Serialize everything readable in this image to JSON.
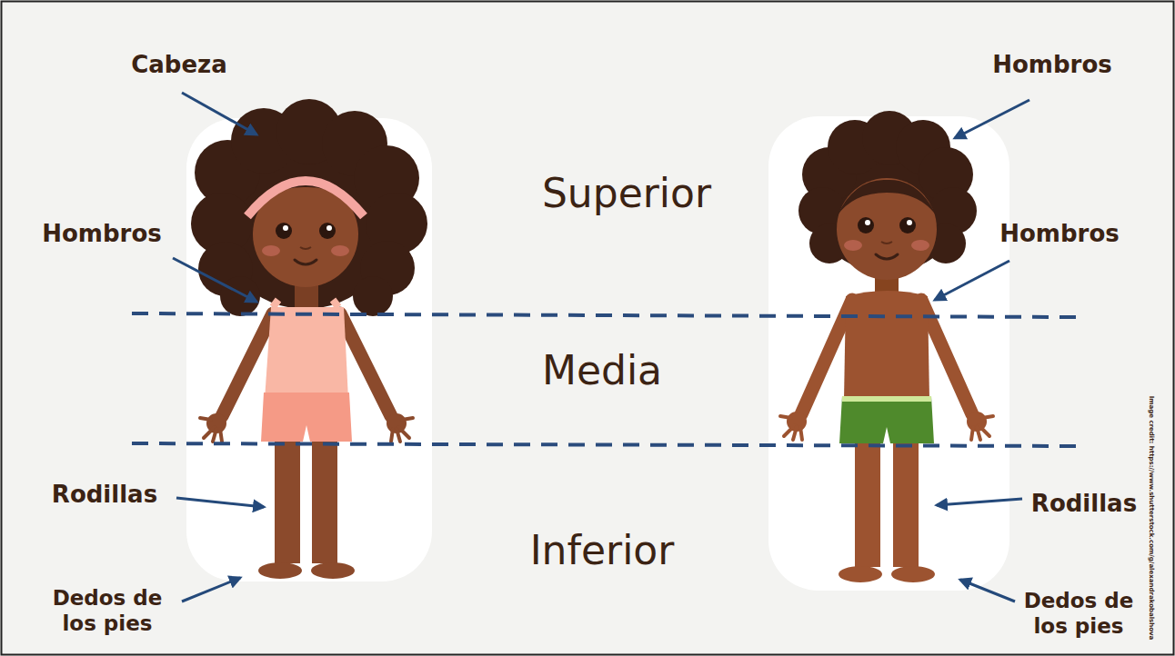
{
  "diagram": {
    "labels": [
      "Cabeza",
      "Hombros",
      "Superior",
      "Hombros",
      "Hombros",
      "Media",
      "Rodillas",
      "Rodillas",
      "Inferior",
      "Dedos de los pies",
      "Dedos de los pies",
      "Image credit: https://www.shutterstock.com/g/alexandrakobalshova"
    ]
  }
}
